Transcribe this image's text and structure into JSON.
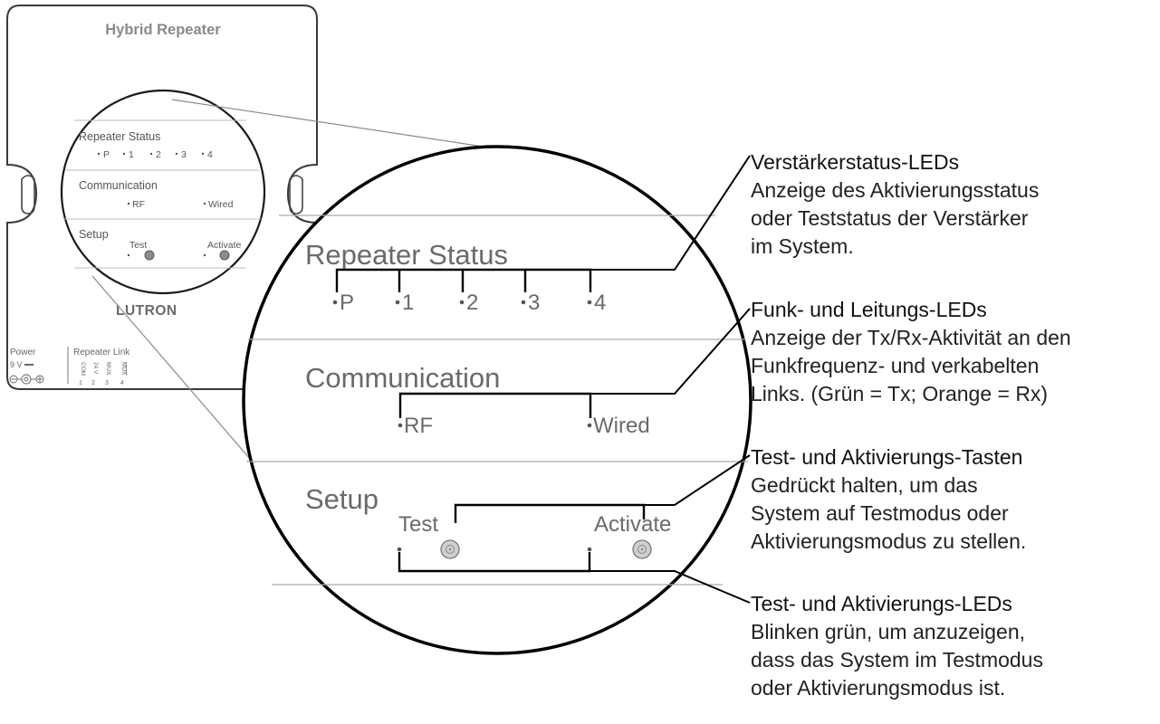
{
  "device": {
    "title": "Hybrid Repeater",
    "brand": "LUTRON",
    "small": {
      "repeater_status": "Repeater Status",
      "leds": [
        "P",
        "1",
        "2",
        "3",
        "4"
      ],
      "communication": "Communication",
      "rf": "RF",
      "wired": "Wired",
      "setup": "Setup",
      "test": "Test",
      "activate": "Activate"
    },
    "power_label": "Power",
    "voltage_label": "9 V",
    "link_label": "Repeater Link",
    "terminals": [
      "COM",
      "24 V",
      "MUX",
      "MUX"
    ],
    "terminal_numbers": [
      "1",
      "2",
      "3",
      "4"
    ]
  },
  "zoom": {
    "repeater_status": "Repeater Status",
    "leds": [
      "P",
      "1",
      "2",
      "3",
      "4"
    ],
    "communication": "Communication",
    "rf": "RF",
    "wired": "Wired",
    "setup": "Setup",
    "test": "Test",
    "activate": "Activate"
  },
  "callouts": [
    {
      "title": "Verstärkerstatus-LEDs",
      "lines": [
        "Anzeige des Aktivierungsstatus",
        "oder Teststatus der Verstärker",
        "im System."
      ]
    },
    {
      "title": "Funk- und Leitungs-LEDs",
      "lines": [
        "Anzeige der Tx/Rx-Aktivität an den",
        "Funkfrequenz- und verkabelten",
        "Links. (Grün = Tx; Orange = Rx)"
      ]
    },
    {
      "title": "Test- und Aktivierungs-Tasten",
      "lines": [
        "Gedrückt halten, um das",
        "System auf Testmodus oder",
        "Aktivierungsmodus zu stellen."
      ]
    },
    {
      "title": "Test- und Aktivierungs-LEDs",
      "lines": [
        "Blinken grün, um anzuzeigen,",
        "dass das System im Testmodus",
        "oder Aktivierungsmodus ist."
      ]
    }
  ]
}
